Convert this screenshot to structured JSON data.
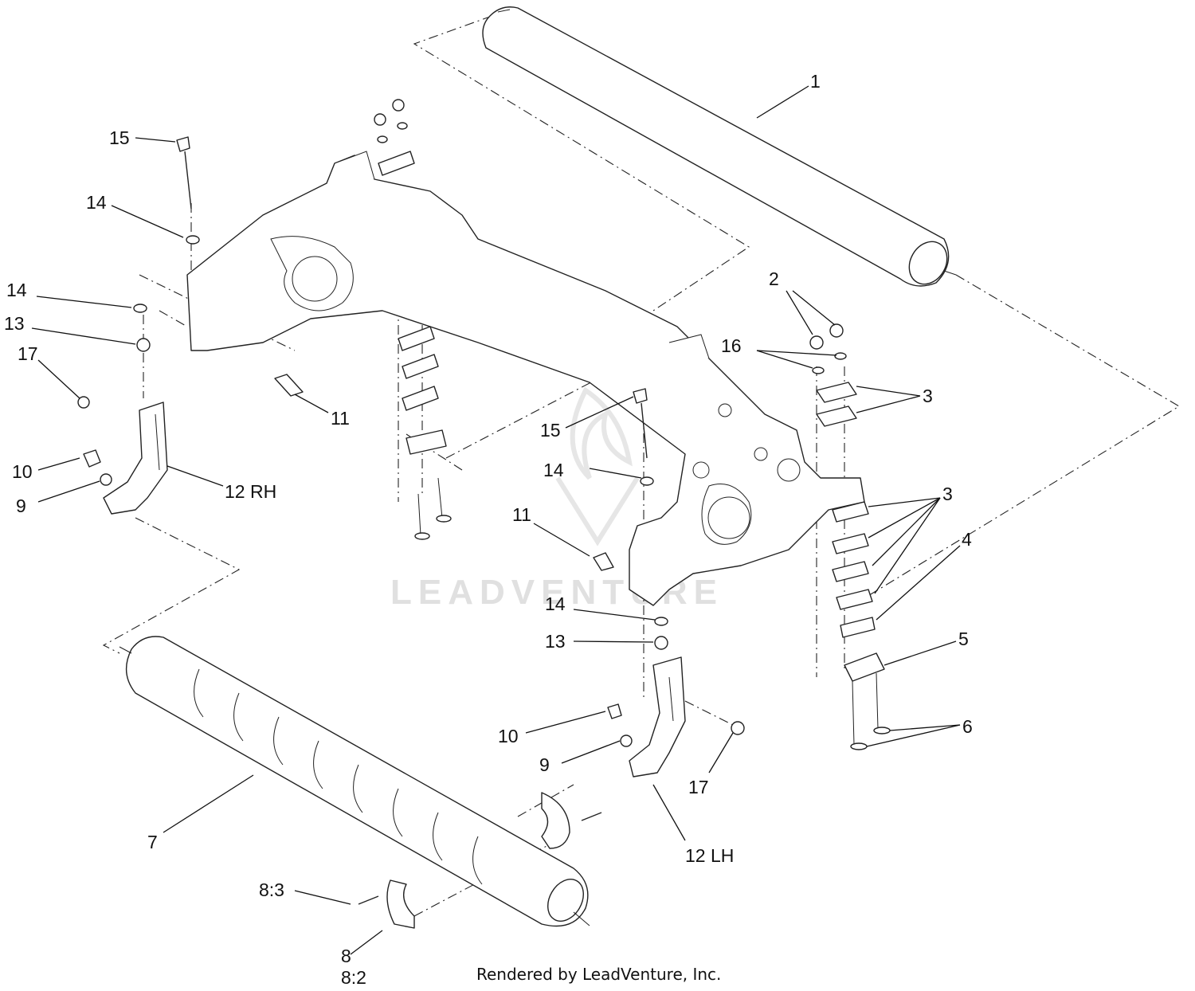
{
  "callouts": {
    "c1": "1",
    "c2": "2",
    "c3a": "3",
    "c3b": "3",
    "c4": "4",
    "c5": "5",
    "c6": "6",
    "c7": "7",
    "c8": "8",
    "c8_2": "8:2",
    "c8_3": "8:3",
    "c9_rh": "9",
    "c9_lh": "9",
    "c10_rh": "10",
    "c10_lh": "10",
    "c11_rh": "11",
    "c11_lh": "11",
    "c12_rh": "12 RH",
    "c12_lh": "12 LH",
    "c13_rh": "13",
    "c13_lh": "13",
    "c14_top": "14",
    "c14_rh": "14",
    "c14_lh_upper": "14",
    "c14_lh_lower": "14",
    "c15_rh": "15",
    "c15_lh": "15",
    "c16": "16",
    "c17_rh": "17",
    "c17_lh": "17"
  },
  "watermark": "LEADVENTURE",
  "credit": "Rendered by LeadVenture, Inc."
}
